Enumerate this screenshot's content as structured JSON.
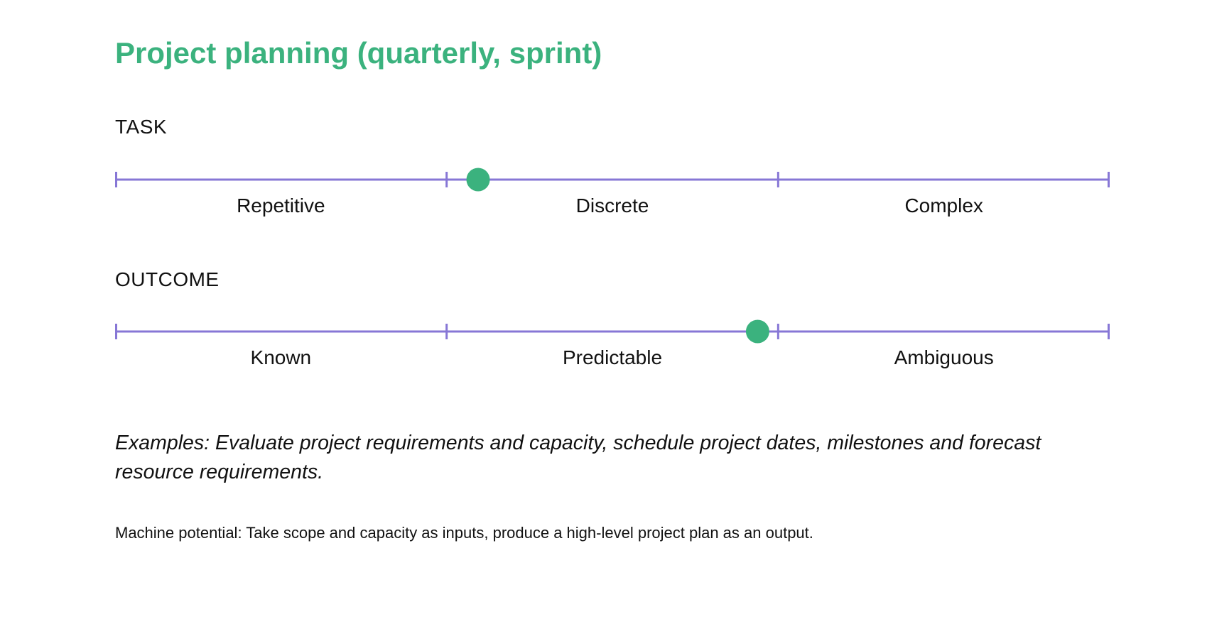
{
  "title": "Project planning (quarterly, sprint)",
  "colors": {
    "accent": "#3bb27e",
    "scale_line": "#8777d6",
    "text": "#111111"
  },
  "scales": [
    {
      "label": "TASK",
      "segments": [
        "Repetitive",
        "Discrete",
        "Complex"
      ],
      "marker_position": 0.365
    },
    {
      "label": "OUTCOME",
      "segments": [
        "Known",
        "Predictable",
        "Ambiguous"
      ],
      "marker_position": 0.646
    }
  ],
  "examples": "Examples: Evaluate project requirements and capacity, schedule project dates, milestones and forecast resource requirements.",
  "machine_potential": "Machine potential: Take scope and capacity as inputs, produce a high-level project plan as an output."
}
